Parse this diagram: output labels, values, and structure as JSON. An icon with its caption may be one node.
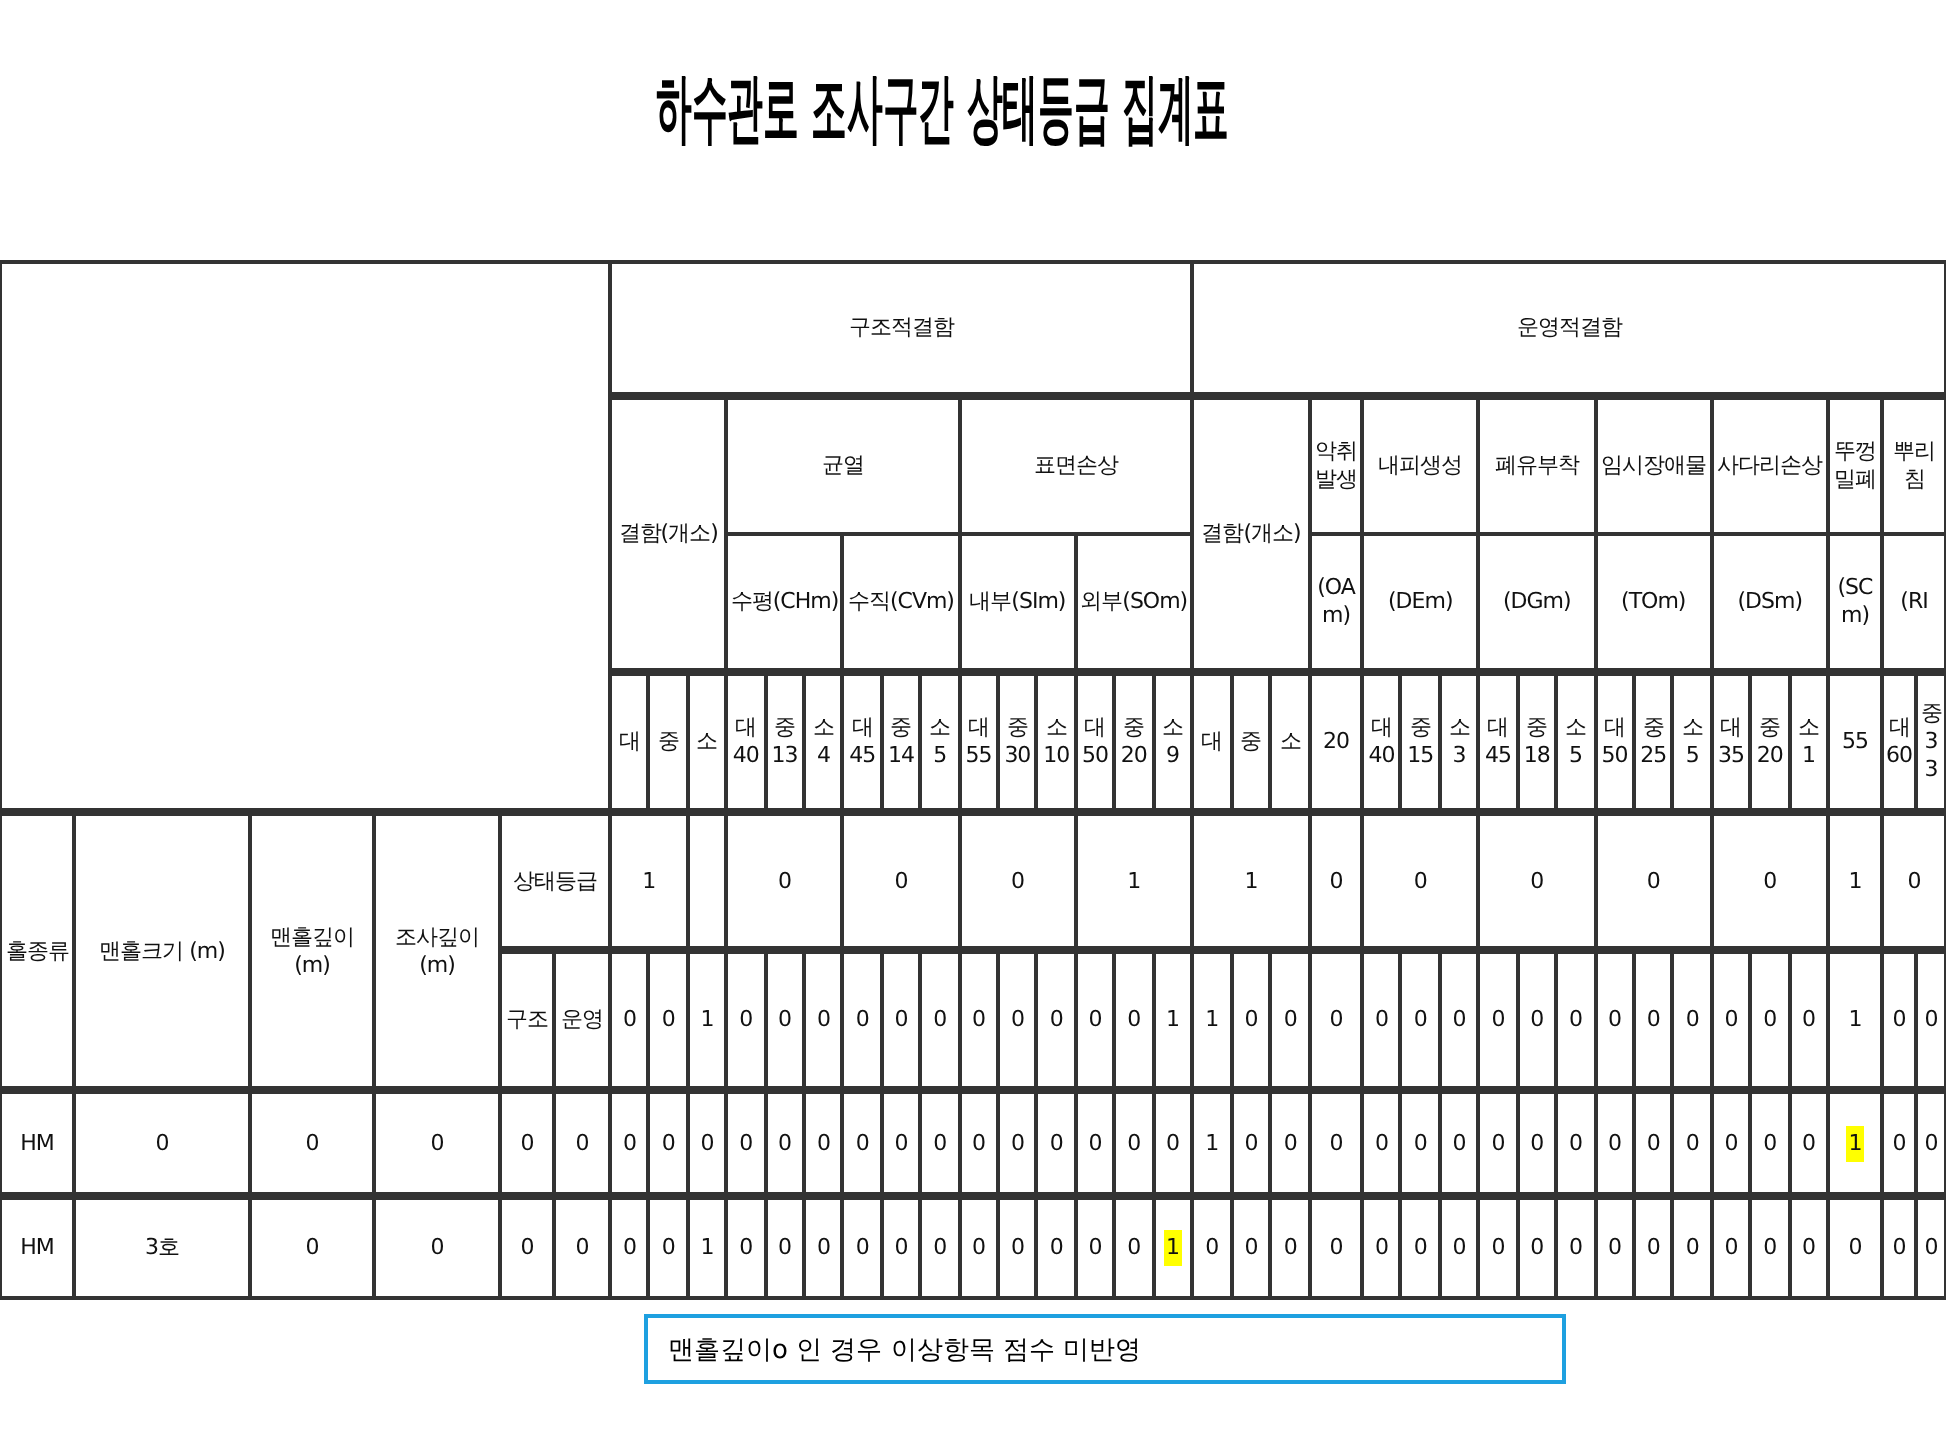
{
  "diagram": {
    "title": "하수관로 조사구간 상태등급 집계표",
    "nodes": [
      {
        "text": [
          "맨홀깊이o 인 경우 이상항목 점수 미반영"
        ]
      }
    ],
    "edges": [],
    "labels": [
      "구조적결함",
      "운영적결함",
      "결함(개소)",
      "균열",
      "표면손상",
      "결함(개소)",
      "악취발생",
      "내피생성",
      "폐유부착",
      "임시장애물",
      "사다리손상",
      "뚜껑밀폐",
      "뿌리침",
      "수평(CHm)",
      "수직(CVm)",
      "내부(SIm)",
      "외부(SOm)",
      "(OAm)",
      "(DEm)",
      "(DGm)",
      "(TOm)",
      "(DSm)",
      "(SCm)",
      "(RI",
      "대",
      "중",
      "소",
      "대 40",
      "중 13",
      "소 4",
      "대 45",
      "중 14",
      "소 5",
      "대 55",
      "중 30",
      "소 10",
      "대 50",
      "중 20",
      "소 9",
      "대",
      "중",
      "소",
      "20",
      "대 40",
      "중 15",
      "소 3",
      "대 45",
      "중 18",
      "소 5",
      "대 50",
      "중 25",
      "소 5",
      "대 35",
      "중 20",
      "소 1",
      "55",
      "대 60",
      "중 33",
      "홀종류",
      "맨홀크기 (m)",
      "맨홀깊이 (m)",
      "조사깊이 (m)",
      "상태등급",
      "1",
      "0",
      "0",
      "0",
      "1",
      "1",
      "0",
      "0",
      "0",
      "0",
      "0",
      "1",
      "0",
      "구조",
      "운영",
      "0",
      "0",
      "1",
      "0",
      "0",
      "0",
      "0",
      "0",
      "0",
      "0",
      "0",
      "0",
      "0",
      "0",
      "1",
      "1",
      "0",
      "0",
      "0",
      "0",
      "0",
      "0",
      "0",
      "0",
      "0",
      "0",
      "0",
      "0",
      "0",
      "0",
      "0",
      "1",
      "0",
      "0",
      "HM",
      "0",
      "0",
      "0",
      "0",
      "0",
      "0",
      "0",
      "0",
      "0",
      "0",
      "0",
      "0",
      "0",
      "0",
      "0",
      "0",
      "0",
      "0",
      "0",
      "0",
      "1",
      "0",
      "0",
      "0",
      "0",
      "0",
      "0",
      "0",
      "0",
      "0",
      "0",
      "0",
      "0",
      "0",
      "0",
      "0",
      "1",
      "0",
      "0",
      "HM",
      "3호",
      "0",
      "0",
      "0",
      "0",
      "0",
      "0",
      "1",
      "0",
      "0",
      "0",
      "0",
      "0",
      "0",
      "0",
      "0",
      "0",
      "0",
      "0",
      "1",
      "0",
      "0",
      "0",
      "0",
      "0",
      "0",
      "0",
      "0",
      "0",
      "0",
      "0",
      "0",
      "0",
      "0",
      "0",
      "0",
      "0",
      "0",
      "0"
    ]
  }
}
